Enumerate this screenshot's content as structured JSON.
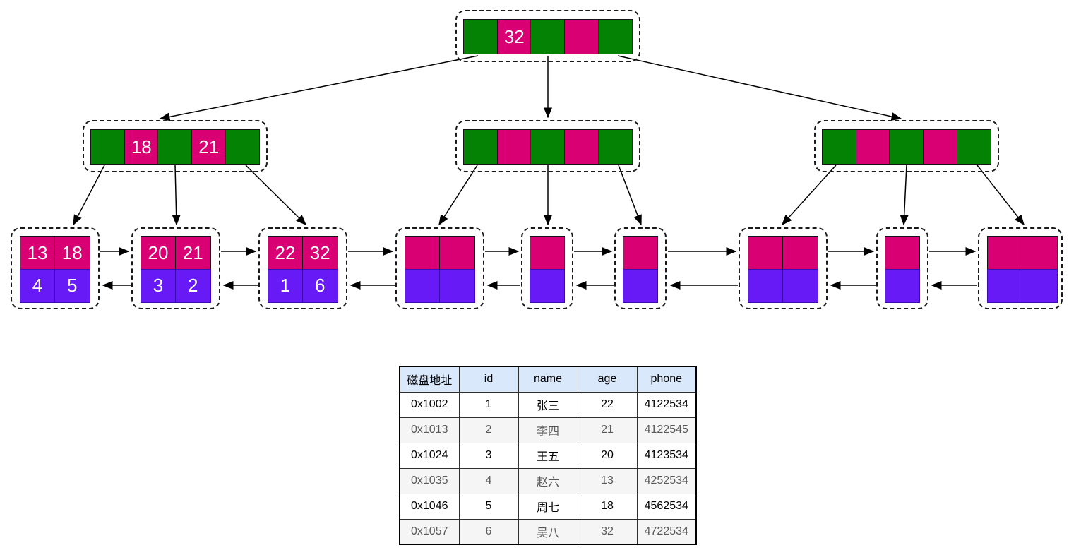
{
  "diagram": {
    "kind": "bplus-tree-index",
    "colors": {
      "internal_key_cell": "#D80073",
      "internal_pointer_cell": "#048204",
      "leaf_key_cell": "#D80073",
      "leaf_record_pointer_cell": "#671AF5",
      "table_header_bg": "#DAE8FC",
      "table_alt_row_bg": "#F5F5F5"
    },
    "tree": {
      "root": {
        "key1": "32"
      },
      "internal_left": {
        "key1": "18",
        "key2": "21"
      },
      "leaves": {
        "leaf1": {
          "keys": [
            "13",
            "18"
          ],
          "pointers": [
            "4",
            "5"
          ]
        },
        "leaf2": {
          "keys": [
            "20",
            "21"
          ],
          "pointers": [
            "3",
            "2"
          ]
        },
        "leaf3": {
          "keys": [
            "22",
            "32"
          ],
          "pointers": [
            "1",
            "6"
          ]
        }
      }
    }
  },
  "table": {
    "headers": [
      "磁盘地址",
      "id",
      "name",
      "age",
      "phone"
    ],
    "rows": [
      [
        "0x1002",
        "1",
        "张三",
        "22",
        "4122534"
      ],
      [
        "0x1013",
        "2",
        "李四",
        "21",
        "4122545"
      ],
      [
        "0x1024",
        "3",
        "王五",
        "20",
        "4123534"
      ],
      [
        "0x1035",
        "4",
        "赵六",
        "13",
        "4252534"
      ],
      [
        "0x1046",
        "5",
        "周七",
        "18",
        "4562534"
      ],
      [
        "0x1057",
        "6",
        "吴八",
        "32",
        "4722534"
      ]
    ]
  }
}
